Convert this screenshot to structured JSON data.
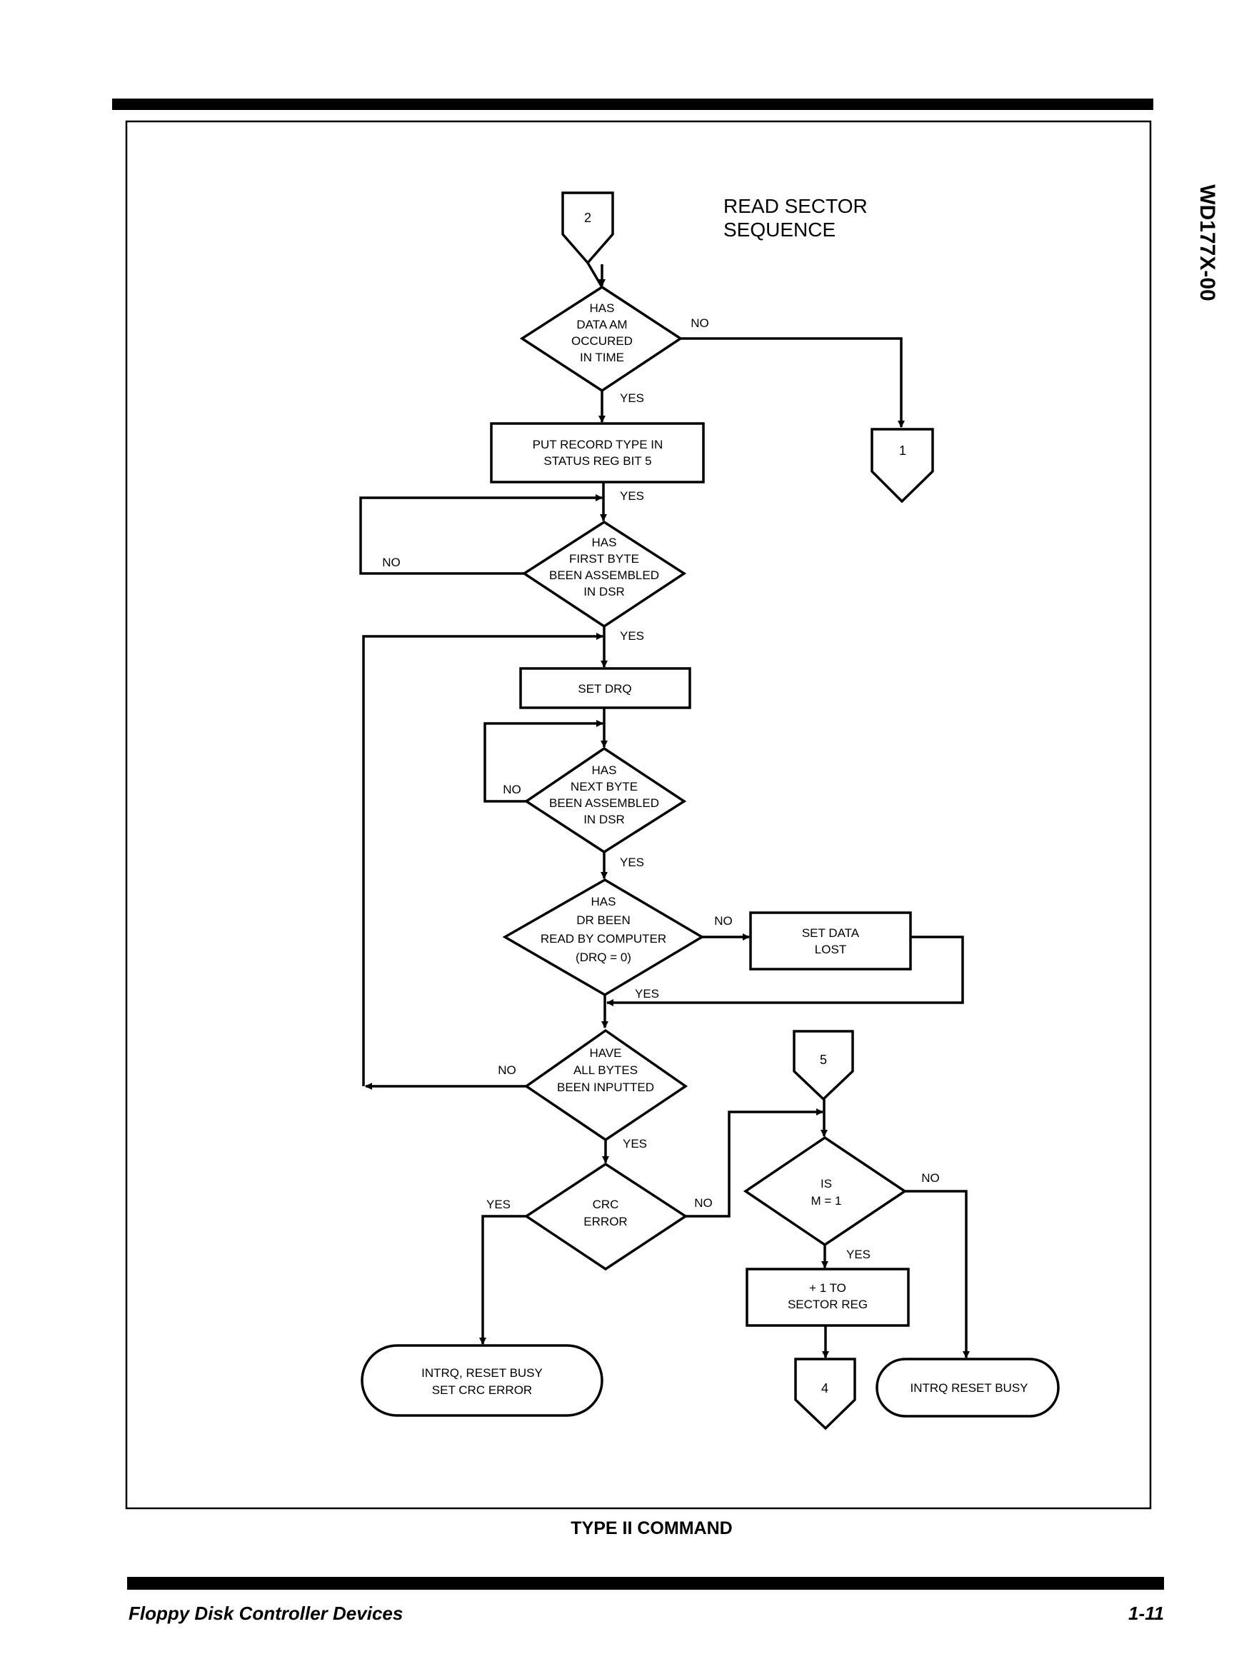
{
  "page": {
    "side_label": "WD177X-00",
    "caption": "TYPE II COMMAND",
    "footer_left": "Floppy Disk Controller Devices",
    "footer_right": "1-11"
  },
  "diagram": {
    "title": [
      "READ SECTOR",
      "SEQUENCE"
    ],
    "connectors": {
      "c2": "2",
      "c1": "1",
      "c5": "5",
      "c4": "4"
    },
    "nodes": {
      "d_data_am": [
        "HAS",
        "DATA AM",
        "OCCURED",
        "IN TIME"
      ],
      "p_record_type": [
        "PUT RECORD TYPE IN",
        "STATUS REG BIT 5"
      ],
      "d_first_byte": [
        "HAS",
        "FIRST BYTE",
        "BEEN ASSEMBLED",
        "IN DSR"
      ],
      "p_set_drq": [
        "SET DRQ"
      ],
      "d_next_byte": [
        "HAS",
        "NEXT BYTE",
        "BEEN ASSEMBLED",
        "IN DSR"
      ],
      "d_dr_read": [
        "HAS",
        "DR BEEN",
        "READ BY COMPUTER",
        "(DRQ = 0)"
      ],
      "p_data_lost": [
        "SET DATA",
        "LOST"
      ],
      "d_all_bytes": [
        "HAVE",
        "ALL BYTES",
        "BEEN INPUTTED"
      ],
      "d_crc": [
        "CRC",
        "ERROR"
      ],
      "t_crc_error": [
        "INTRQ, RESET BUSY",
        "SET CRC ERROR"
      ],
      "d_m1": [
        "IS",
        "M = 1"
      ],
      "p_sector_reg": [
        "+ 1 TO",
        "SECTOR REG"
      ],
      "t_reset_busy": [
        "INTRQ RESET BUSY"
      ]
    },
    "labels": {
      "yes": "YES",
      "no": "NO"
    }
  }
}
